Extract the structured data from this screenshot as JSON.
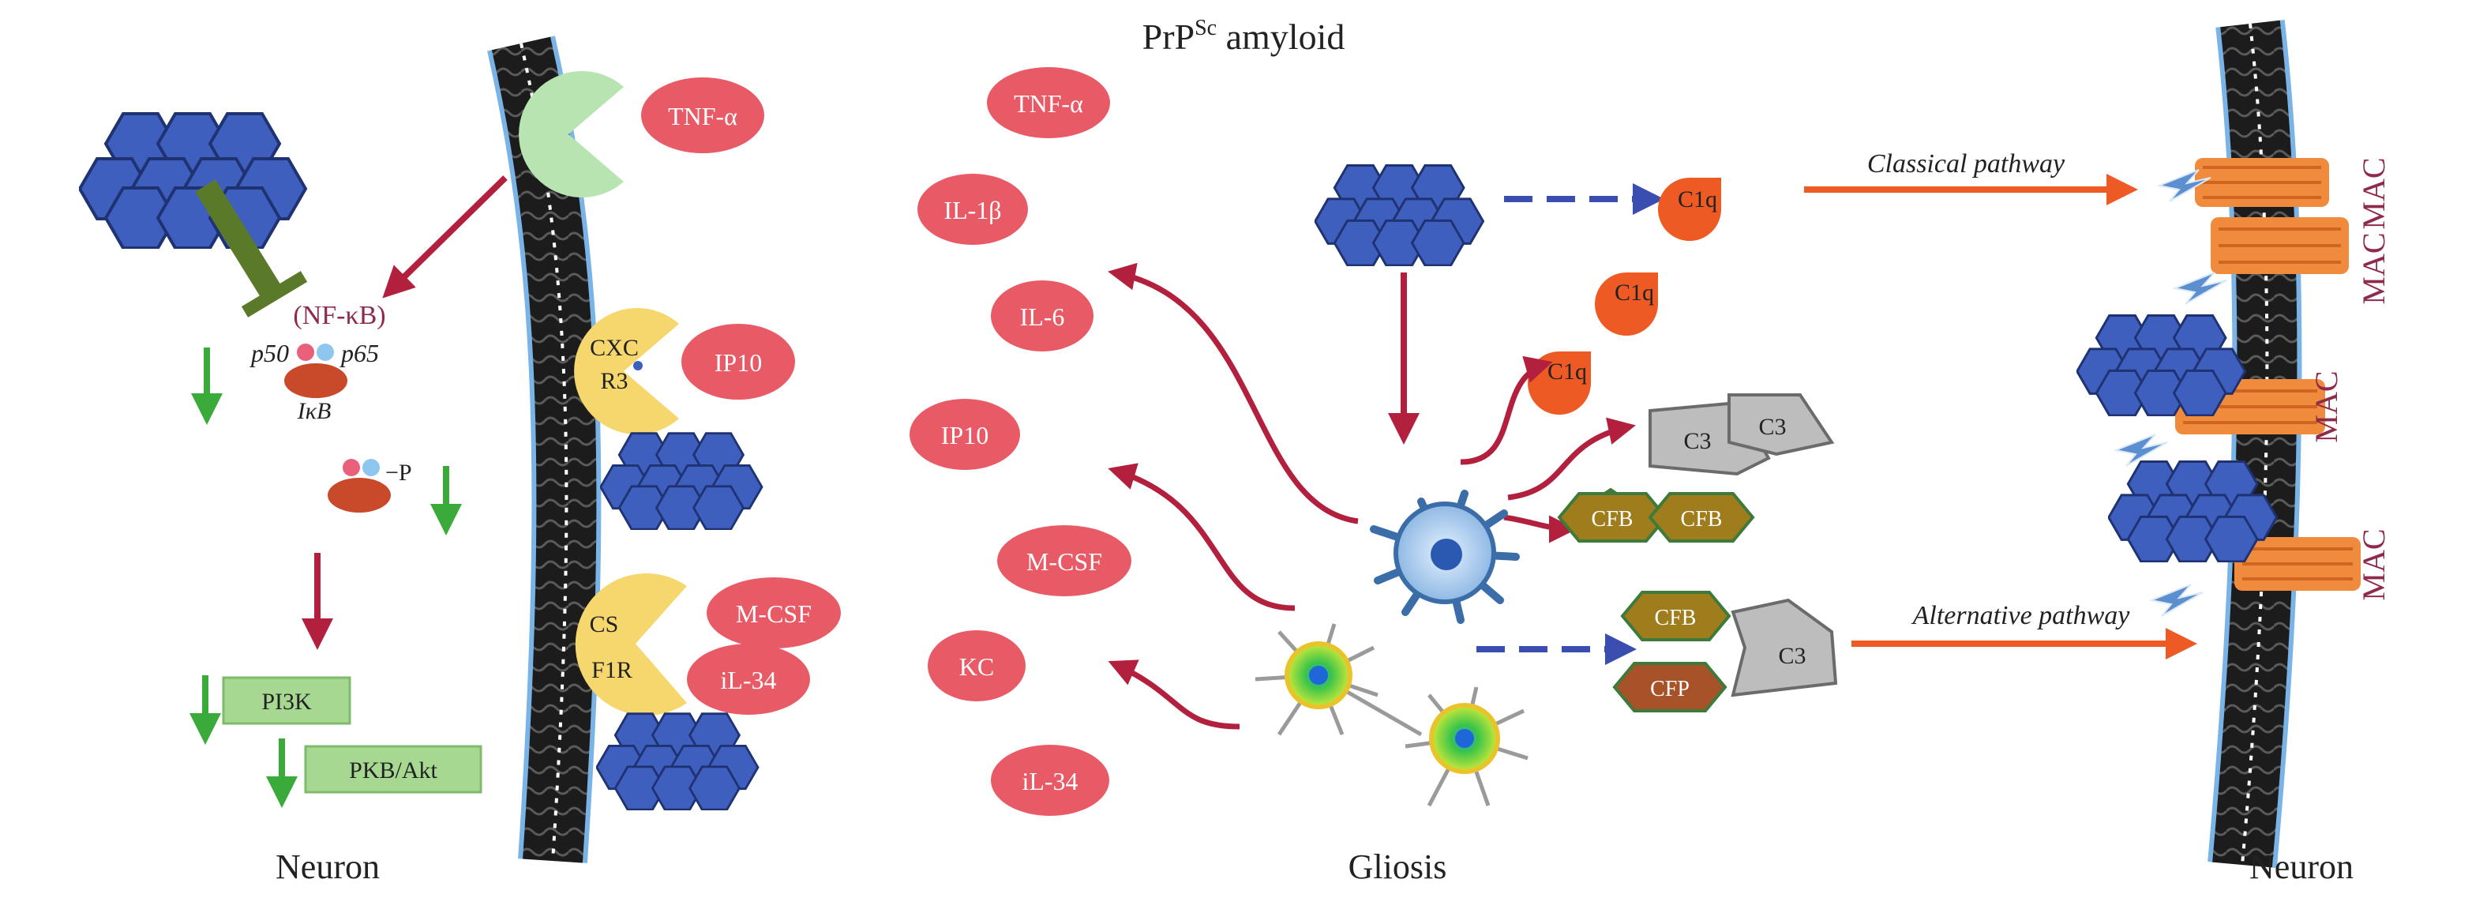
{
  "title": {
    "prefix": "PrP",
    "superscript": "Sc",
    "suffix": " amyloid"
  },
  "captions": {
    "neuron_left": "Neuron",
    "gliosis": "Gliosis",
    "neuron_right": "Neuron"
  },
  "signaling": {
    "nfkb": "(NF-κB)",
    "p50": "p50",
    "p65": "p65",
    "ikb": "IκB",
    "phospho": "−P",
    "pi3k": "PI3K",
    "pkb": "PKB/Akt"
  },
  "receptors": {
    "tnf_alpha": "TNF-α",
    "cxcr3_line1": "CXC",
    "cxcr3_line2": "R3",
    "ip10": "IP10",
    "csf1r_line1": "CS",
    "csf1r_line2": "F1R",
    "mcsf": "M-CSF",
    "il34": "iL-34"
  },
  "cytokines": [
    "TNF-α",
    "IL-1β",
    "IL-6",
    "IP10",
    "M-CSF",
    "KC",
    "iL-34"
  ],
  "complement": {
    "c1q": "C1q",
    "c3": "C3",
    "cfb": "CFB",
    "cfp": "CFP",
    "mac": "MAC"
  },
  "pathways": {
    "classical": "Classical pathway",
    "alternative": "Alternative pathway"
  },
  "colors": {
    "hexagon": "#3a5bb5",
    "cytokine": "#e85a66",
    "receptor_yellow": "#f5d76e",
    "receptor_green": "#b7e4b0",
    "complement_orange": "#ee5a24",
    "factor_gold": "#a07d1c",
    "arrow_red": "#b2203d",
    "arrow_green": "#3aaa3a",
    "arrow_blue": "#3a4db0",
    "mac_orange": "#f08a3c"
  }
}
